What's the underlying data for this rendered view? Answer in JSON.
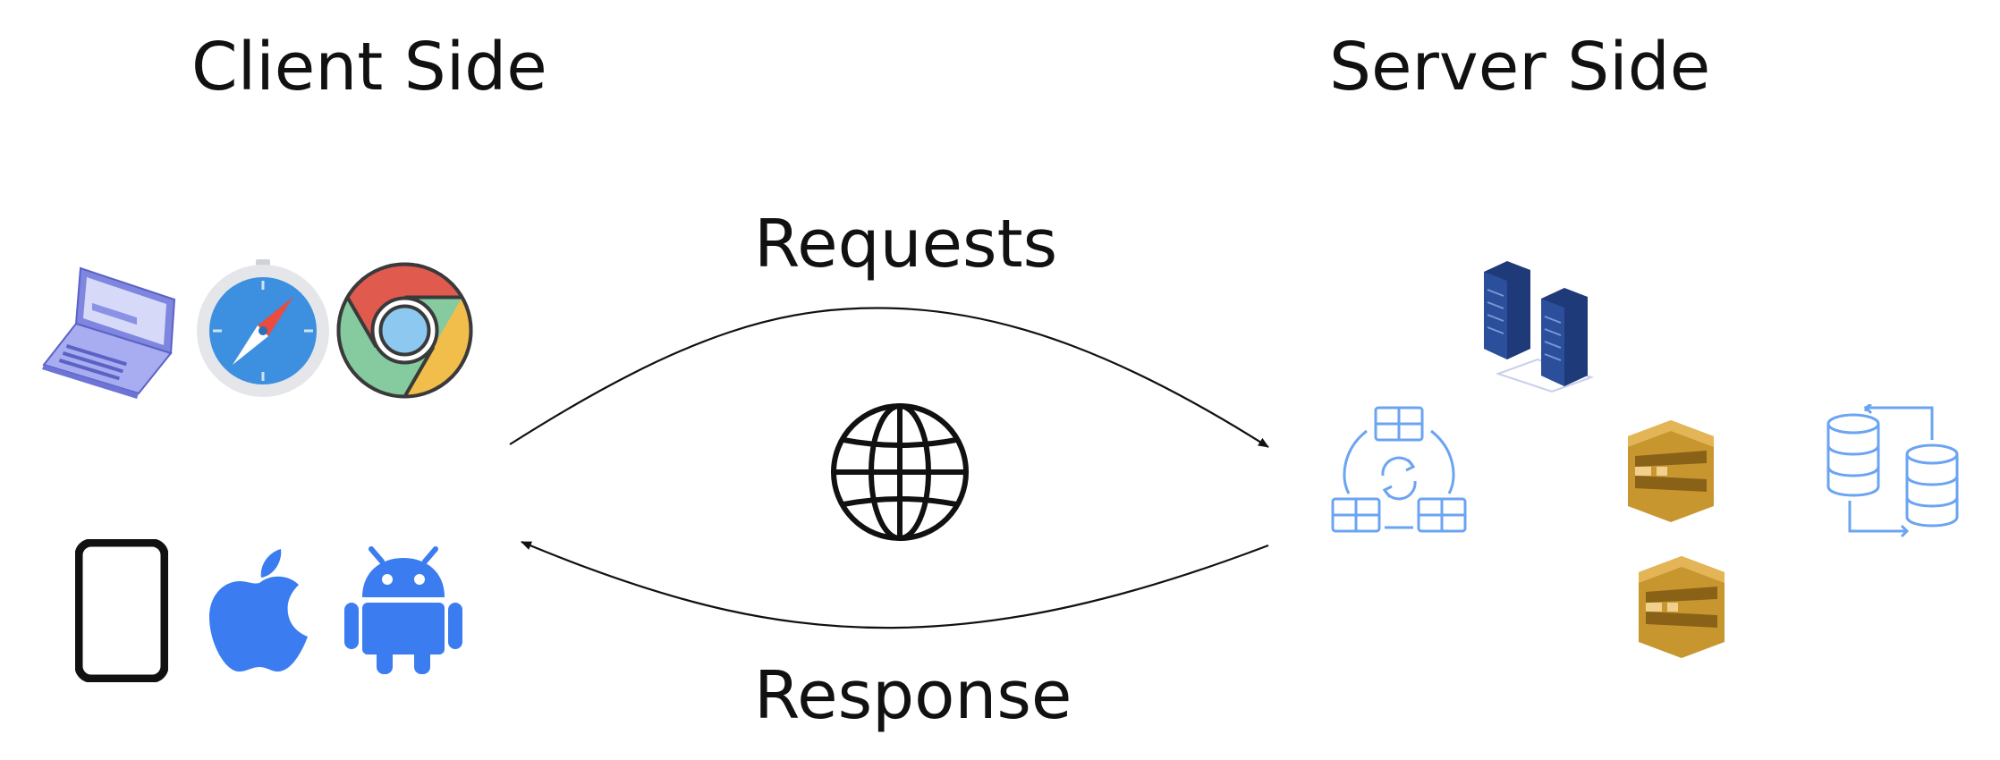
{
  "client": {
    "heading": "Client Side"
  },
  "server": {
    "heading": "Server Side"
  },
  "flow": {
    "request_label": "Requests",
    "response_label": "Response"
  },
  "icons": {
    "client": [
      "laptop-icon",
      "safari-icon",
      "chrome-icon",
      "smartphone-icon",
      "apple-icon",
      "android-icon"
    ],
    "network": "globe-icon",
    "server": [
      "server-racks-icon",
      "load-balancer-icon",
      "queue-icon",
      "queue-icon",
      "database-replication-icon"
    ]
  },
  "colors": {
    "text": "#111111",
    "blue": "#3b82f6",
    "light_blue": "#6ba4f2",
    "navy": "#1f3a78",
    "aws_gold": "#c8962f",
    "chrome_red": "#e05a4e",
    "chrome_green": "#86cba0",
    "chrome_yellow": "#f1bd4b"
  }
}
